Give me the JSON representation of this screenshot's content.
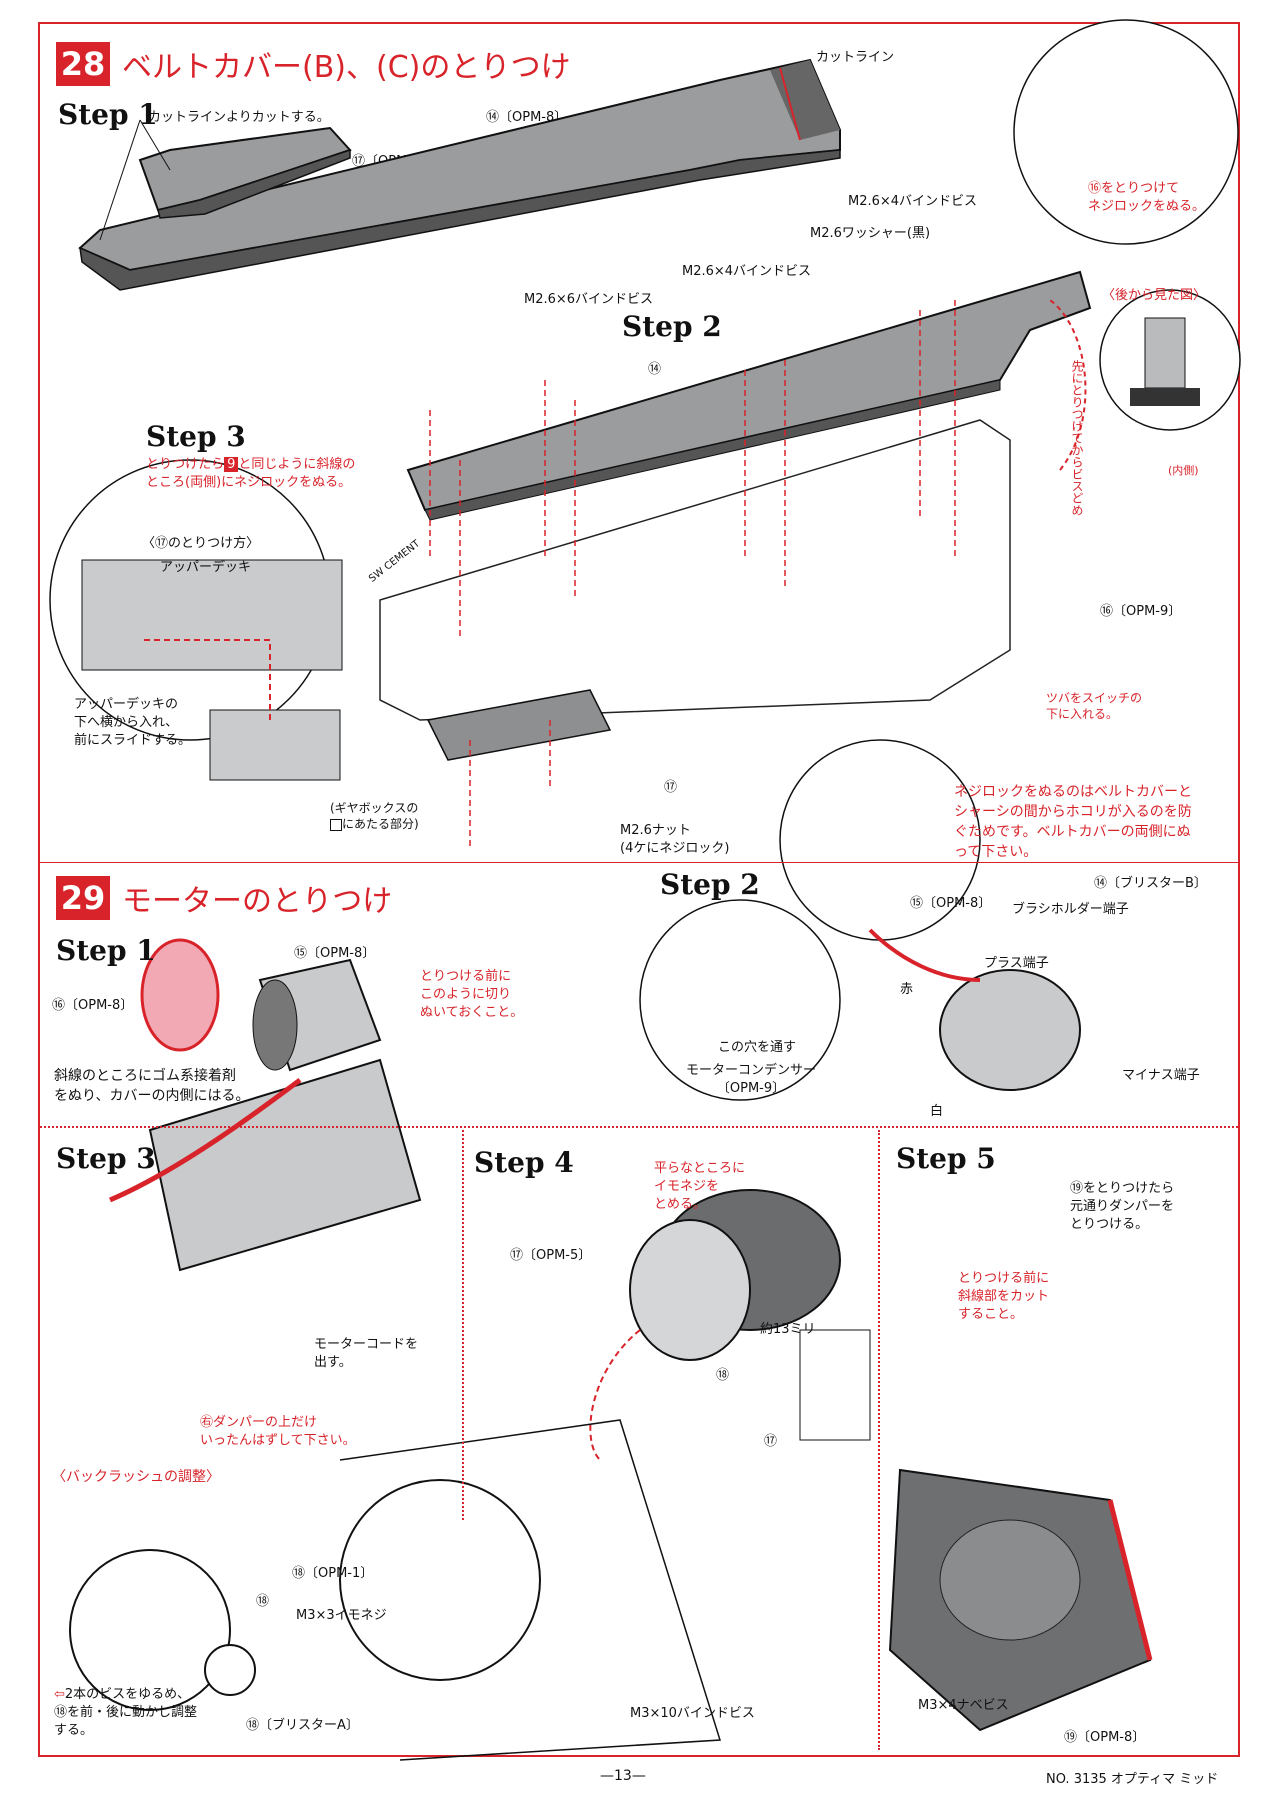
{
  "section28": {
    "number": "28",
    "title": "ベルトカバー(B)、(C)のとりつけ",
    "cut_line": "カットライン",
    "step1": {
      "label": "Step 1",
      "text": "カットラインよりカットする。",
      "part104": "⑭〔OPM-8〕",
      "part107": "⑰〔OPM-8〕"
    },
    "step2": {
      "label": "Step 2",
      "screw_m26x4_a": "M2.6×4バインドビス",
      "washer": "M2.6ワッシャー(黒)",
      "screw_m26x4_b": "M2.6×4バインドビス",
      "screw_m26x6": "M2.6×6バインドビス",
      "part104": "⑭",
      "red_vertical": "先にとりつけてからビスどめ"
    },
    "step3": {
      "label": "Step 3",
      "text_line1": "とりつけたら",
      "ref": "9",
      "text_line1b": "と同じように斜線の",
      "text_line2": "ところ(両側)にネジロックをぬる。"
    },
    "inset107": {
      "title": "〈⑰のとりつけ方〉",
      "upper_deck": "アッパーデッキ",
      "note_line1": "アッパーデッキの",
      "note_line2": "下へ横から入れ、",
      "note_line3": "前にスライドする。"
    },
    "inset106": {
      "line1": "⑯をとりつけて",
      "line2": "ネジロックをぬる。"
    },
    "rear_view": {
      "title": "〈後から見た図〉",
      "inner": "(内側)"
    },
    "part106": "⑯〔OPM-9〕",
    "tsuba_line1": "ツバをスイッチの",
    "tsuba_line2": "下に入れる。",
    "gearbox_line1": "(ギヤボックスの",
    "gearbox_line2": "にあたる部分)",
    "nut_line1": "M2.6ナット",
    "nut_line2": "(4ケにネジロック)",
    "part107": "⑰",
    "cement": "SW CEMENT",
    "lock_note": [
      "ネジロックをぬるのはベルトカバーと",
      "シャーシの間からホコリが入るのを防",
      "ぐためです。ベルトカバーの両側にぬ",
      "って下さい。"
    ]
  },
  "section29": {
    "number": "29",
    "title": "モーターのとりつけ",
    "step1": {
      "label": "Step 1",
      "part125": "⑮〔OPM-8〕",
      "part126": "⑯〔OPM-8〕",
      "note_line1": "とりつける前に",
      "note_line2": "このように切り",
      "note_line3": "ぬいておくこと。",
      "text_line1": "斜線のところにゴム系接着剤",
      "text_line2": "をぬり、カバーの内側にはる。"
    },
    "step2": {
      "label": "Step 2",
      "part115": "⑮〔OPM-8〕",
      "part124": "⑭〔ブリスターB〕",
      "brush_holder": "ブラシホルダー端子",
      "plus": "プラス端子",
      "minus": "マイナス端子",
      "red_wire": "赤",
      "white_wire": "白",
      "hole": "この穴を通す",
      "capacitor_line1": "モーターコンデンサー",
      "capacitor_line2": "〔OPM-9〕"
    },
    "step3": {
      "label": "Step 3",
      "cord_line1": "モーターコードを",
      "cord_line2": "出す。"
    },
    "step4": {
      "label": "Step 4",
      "note_line1": "平らなところに",
      "note_line2": "イモネジを",
      "note_line3": "とめる。",
      "part127": "⑰〔OPM-5〕",
      "length": "約13ミリ",
      "part128": "⑱",
      "part127b": "⑰",
      "damper_line1": "㊨ダンパーの上だけ",
      "damper_line2": "いったんはずして下さい。",
      "part108": "⑱〔OPM-1〕",
      "setscrew": "M3×3イモネジ",
      "screw_m3x10": "M3×10バインドビス",
      "part128b": "⑱〔ブリスターA〕"
    },
    "backlash": {
      "title": "〈バックラッシュの調整〉",
      "part128": "⑱",
      "text_line1": "2本のビスをゆるめ、",
      "text_line2": "⑱を前・後に動かし調整",
      "text_line3": "する。"
    },
    "step5": {
      "label": "Step 5",
      "note_line1": "⑲をとりつけたら",
      "note_line2": "元通りダンパーを",
      "note_line3": "とりつける。",
      "cut_line1": "とりつける前に",
      "cut_line2": "斜線部をカット",
      "cut_line3": "すること。",
      "screw": "M3×4ナベビス",
      "part129": "⑲〔OPM-8〕"
    }
  },
  "footer": {
    "page": "—13—",
    "model": "NO. 3135  オプティマ ミッド"
  }
}
